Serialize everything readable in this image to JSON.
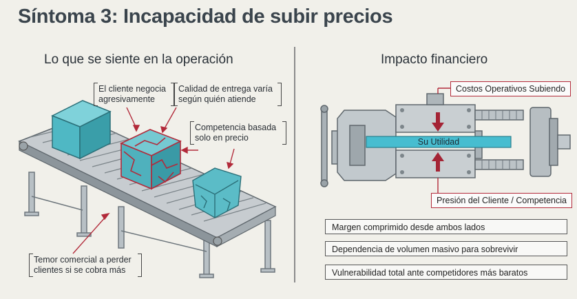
{
  "title": "Síntoma 3: Incapacidad de subir precios",
  "left": {
    "heading": "Lo que se siente en la operación",
    "callouts": [
      "El cliente negocia agresivamente",
      "Calidad de entrega varía según quién atiende",
      "Competencia basada solo en precio",
      "Temor comercial a perder clientes si se cobra más"
    ]
  },
  "right": {
    "heading": "Impacto financiero",
    "top_label": "Costos Operativos Subiendo",
    "center_label": "Su Utilidad",
    "bottom_label": "Presión del Cliente / Competencia",
    "bullets": [
      "Margen comprimido desde ambos lados",
      "Dependencia de volumen masivo para sobrevivir",
      "Vulnerabilidad total ante competidores más baratos"
    ]
  },
  "colors": {
    "accent_red": "#b22a3a",
    "cube": "#4fb8c4",
    "steel": "#a9b1b6"
  }
}
